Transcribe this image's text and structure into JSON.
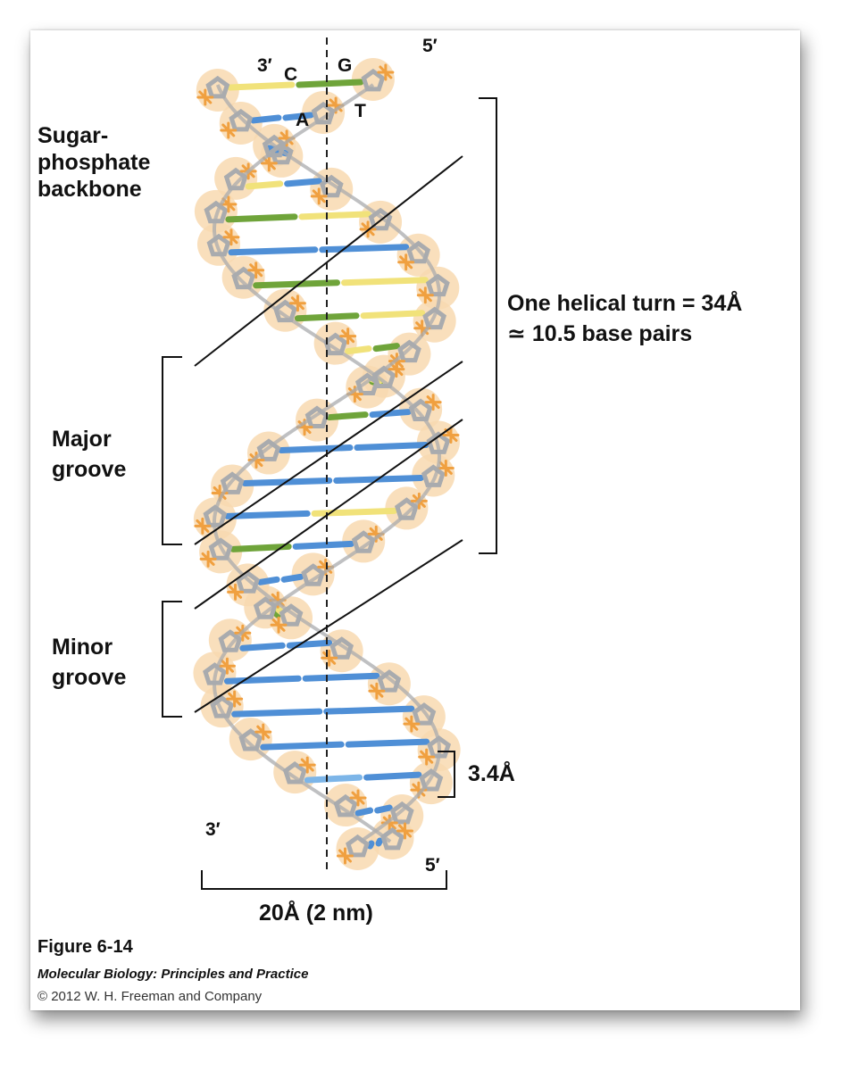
{
  "strand_ends": {
    "top_left": "3′",
    "top_right": "5′",
    "bottom_left": "3′",
    "bottom_right": "5′"
  },
  "bases": {
    "top_left_1": "C",
    "top_right_1": "G",
    "top_left_2": "A",
    "top_right_2": "T"
  },
  "labels": {
    "backbone_line1": "Sugar-",
    "backbone_line2": "phosphate",
    "backbone_line3": "backbone",
    "major_line1": "Major",
    "major_line2": "groove",
    "minor_line1": "Minor",
    "minor_line2": "groove",
    "turn_line1": "One helical turn = 34Å",
    "turn_line2": "≃ 10.5 base pairs",
    "rise": "3.4Å",
    "width": "20Å (2 nm)"
  },
  "caption": {
    "figure": "Figure 6-14",
    "book": "Molecular Biology: Principles and Practice",
    "copyright": "© 2012 W. H. Freeman and Company"
  },
  "colors": {
    "base_blue": "#4f8fd6",
    "base_blue_light": "#7cb5e8",
    "base_green": "#6fa43a",
    "base_yellow": "#f1e27a",
    "sugar_gray": "#a9abae",
    "phosphate_orange": "#f0a040",
    "phosphate_glow": "#f8d9b0"
  }
}
